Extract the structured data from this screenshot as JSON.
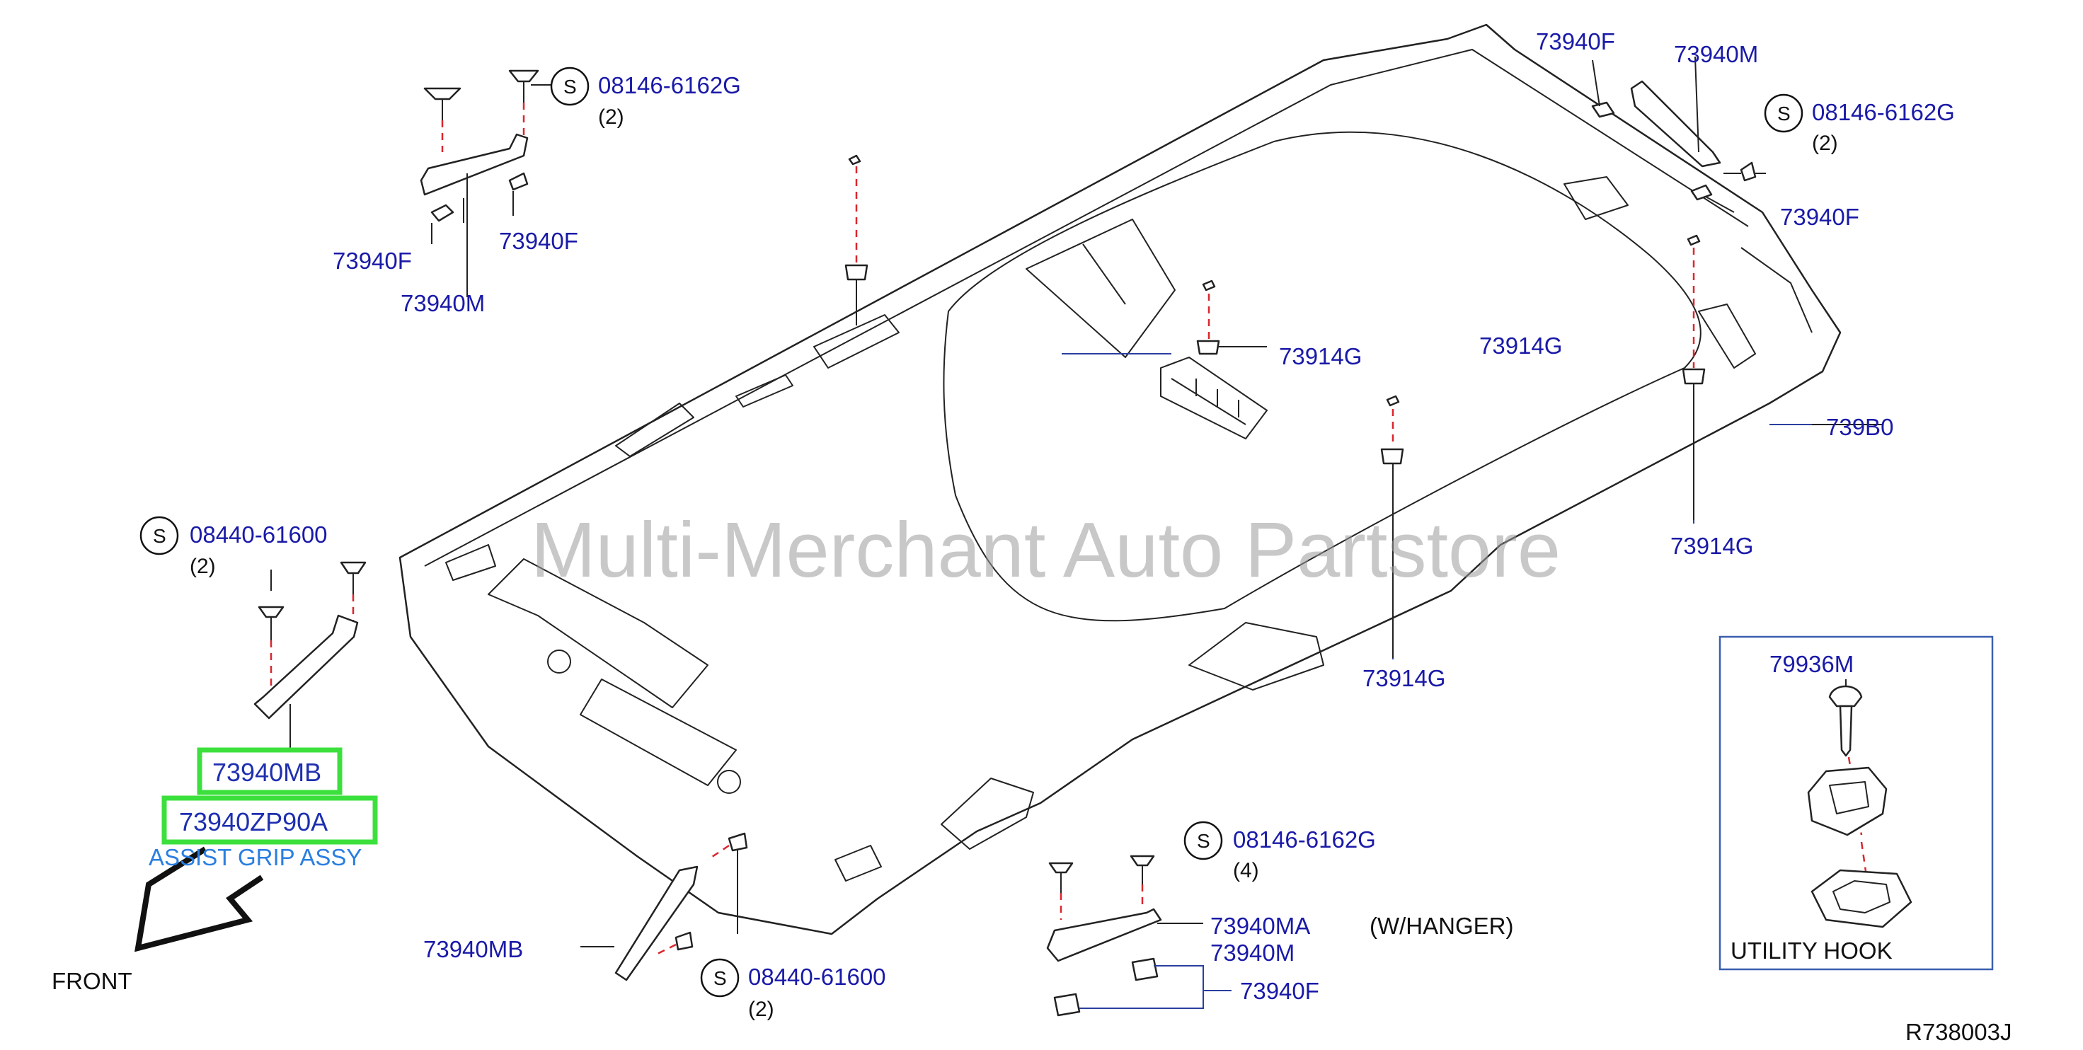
{
  "watermark": "Multi-Merchant Auto Partstore",
  "diagram_code": "R738003J",
  "front_label": "FRONT",
  "variant_note": "(W/HANGER)",
  "utility_hook": {
    "part": "79936M",
    "title": "UTILITY  HOOK"
  },
  "highlight": {
    "part_a": "73940MB",
    "part_b": "73940ZP90A",
    "description": "ASSIST GRIP ASSY"
  },
  "callouts": {
    "s_symbol": "S",
    "front_right_bolt": {
      "part": "08146-6162G",
      "qty": "(2)"
    },
    "front_right_clip_a": "73940F",
    "front_right_clip_b": "73940F",
    "front_right_grip": "73940M",
    "rear_right_clip_top": "73940F",
    "rear_right_grip": "73940M",
    "rear_right_bolt": {
      "part": "08146-6162G",
      "qty": "(2)"
    },
    "rear_right_clip_bottom": "73940F",
    "clip_center": "73914G",
    "clip_upper": "73914G",
    "headlining": "739B0",
    "clip_right": "73914G",
    "clip_lower": "73914G",
    "front_left_bolt": {
      "part": "08440-61600",
      "qty": "(2)"
    },
    "rear_left_bolt": {
      "part": "08146-6162G",
      "qty": "(4)"
    },
    "rear_left_grip_a": "73940MA",
    "rear_left_grip_b": "73940M",
    "rear_left_clip": "73940F",
    "pillar_grip": "73940MB",
    "pillar_bolt": {
      "part": "08440-61600",
      "qty": "(2)"
    }
  }
}
